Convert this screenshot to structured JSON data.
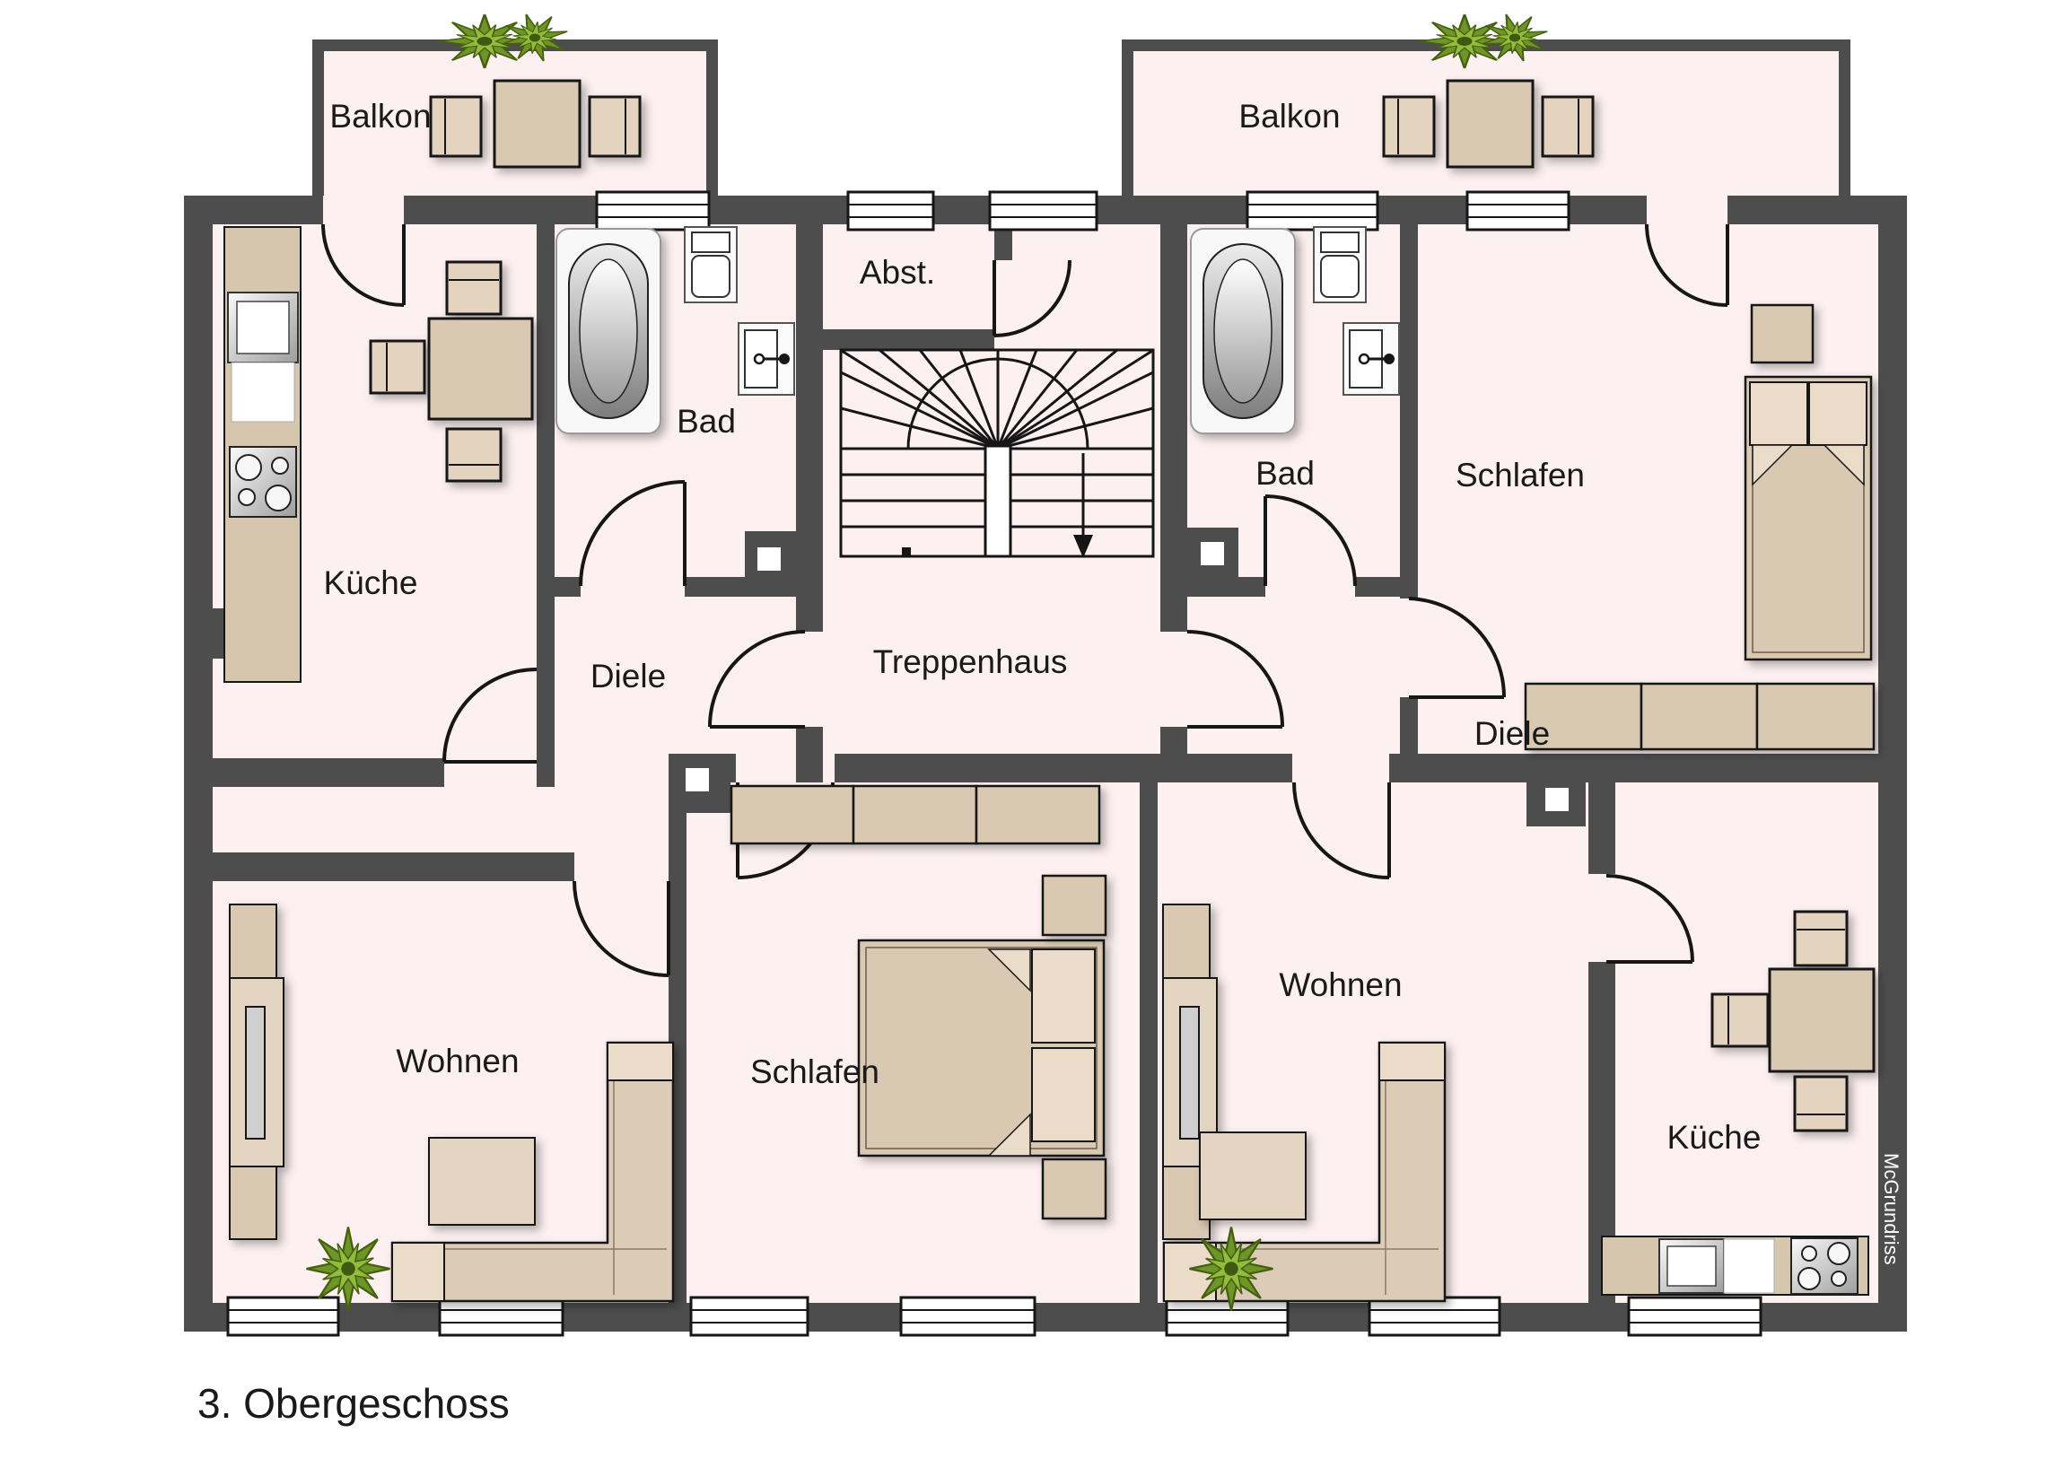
{
  "floor": {
    "title": "3. Obergeschoss"
  },
  "watermark": "McGrundriss",
  "colors": {
    "wall": "#4d4d4d",
    "floor": "#fdf0f0",
    "furniture": "#d9c8b2",
    "furniture_light": "#eadcc9",
    "counter": "#d5c6ad",
    "plant_dark": "#6d9626",
    "plant_light": "#94bc3c",
    "outline": "#161616",
    "background": "#ffffff"
  },
  "rooms": {
    "balkon_l": {
      "label": "Balkon"
    },
    "balkon_r": {
      "label": "Balkon"
    },
    "kueche_l": {
      "label": "Küche"
    },
    "kueche_r": {
      "label": "Küche"
    },
    "bad_l": {
      "label": "Bad"
    },
    "bad_r": {
      "label": "Bad"
    },
    "abst": {
      "label": "Abst."
    },
    "treppenhaus": {
      "label": "Treppenhaus"
    },
    "diele_l": {
      "label": "Diele"
    },
    "diele_r": {
      "label": "Diele"
    },
    "wohnen_l": {
      "label": "Wohnen"
    },
    "wohnen_r": {
      "label": "Wohnen"
    },
    "schlafen_mid": {
      "label": "Schlafen"
    },
    "schlafen_r": {
      "label": "Schlafen"
    }
  }
}
